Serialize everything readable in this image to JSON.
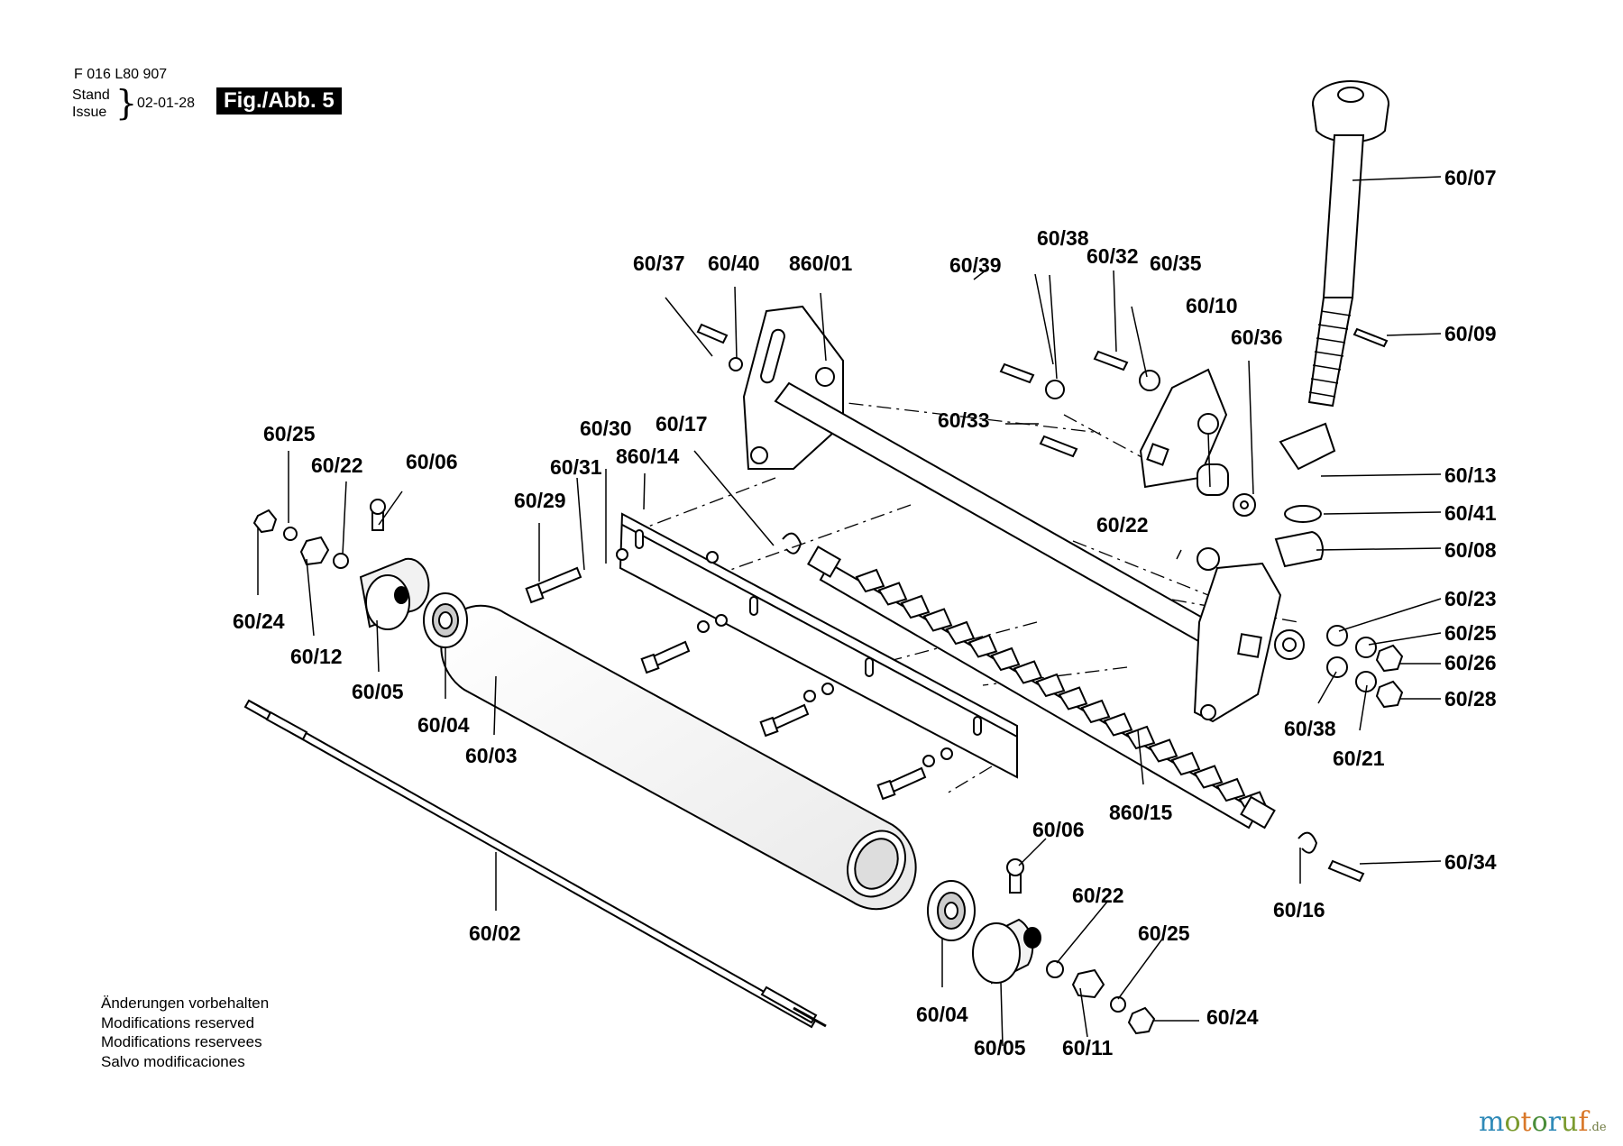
{
  "header": {
    "doc_number": "F 016 L80 907",
    "stand_label": "Stand",
    "issue_label": "Issue",
    "brace": "}",
    "issue_date": "02-01-28",
    "figure_label": "Fig./Abb. 5"
  },
  "notes": [
    "Änderungen vorbehalten",
    "Modifications reserved",
    "Modifications reservees",
    "Salvo modificaciones"
  ],
  "watermark": {
    "word": "motoruf",
    "tld": ".de",
    "colors": [
      "#2f8ab8",
      "#7a9a2e",
      "#d9782a",
      "#4a8d3a"
    ]
  },
  "part_labels": [
    "60/07",
    "60/38",
    "60/32",
    "60/35",
    "60/37",
    "60/40",
    "860/01",
    "60/39",
    "60/10",
    "60/36",
    "60/09",
    "60/33",
    "60/30",
    "60/17",
    "60/25",
    "60/31",
    "860/14",
    "60/13",
    "60/22",
    "60/06",
    "60/41",
    "60/29",
    "60/22",
    "60/08",
    "60/24",
    "60/23",
    "60/25",
    "60/12",
    "60/26",
    "60/05",
    "60/28",
    "60/04",
    "60/38",
    "60/21",
    "60/03",
    "860/15",
    "60/06",
    "60/34",
    "60/22",
    "60/16",
    "60/02",
    "60/25",
    "60/24",
    "60/04",
    "60/05",
    "60/11"
  ]
}
